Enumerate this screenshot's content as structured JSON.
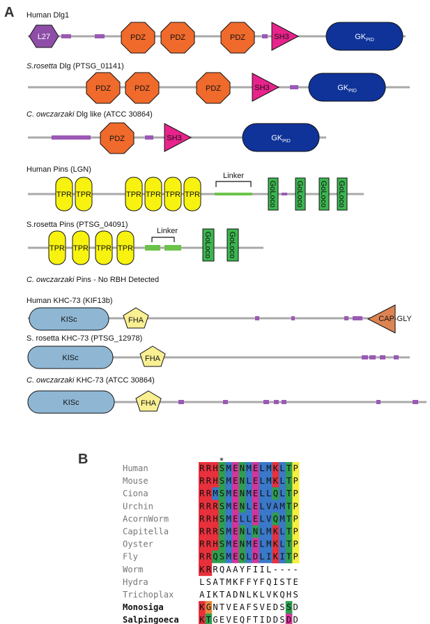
{
  "panel_a": {
    "letter": "A",
    "proteins": [
      {
        "id": "dlg-human",
        "prefix": "Human Dlg1",
        "italic": "",
        "suffix": "",
        "domains": [
          "L27",
          "PDZ",
          "PDZ",
          "PDZ",
          "SH3",
          "GK",
          "PID"
        ]
      },
      {
        "id": "dlg-sros",
        "prefix": "",
        "italic": "S.rosetta",
        "suffix": " Dlg (PTSG_01141)",
        "domains": [
          "PDZ",
          "PDZ",
          "PDZ",
          "SH3",
          "GK",
          "PID"
        ]
      },
      {
        "id": "dlg-cowc",
        "prefix": "",
        "italic": "C. owczarzaki",
        "suffix": " Dlg like (ATCC 30864)",
        "domains": [
          "PDZ",
          "SH3",
          "GK",
          "PID"
        ]
      },
      {
        "id": "pins-human",
        "prefix": "Human Pins (LGN)",
        "italic": "",
        "suffix": "",
        "domains": [
          "TPR",
          "TPR",
          "TPR",
          "TPR",
          "TPR",
          "TPR",
          "Linker",
          "GoLoco",
          "GoLoco",
          "GoLoco",
          "GoLoco"
        ]
      },
      {
        "id": "pins-sros",
        "prefix": "S.rosetta  Pins (PTSG_04091)",
        "italic": "",
        "suffix": "",
        "domains": [
          "TPR",
          "TPR",
          "TPR",
          "TPR",
          "Linker",
          "GoLoco",
          "GoLoco"
        ]
      },
      {
        "id": "pins-cowc",
        "prefix": "",
        "italic": "C. owczarzaki",
        "suffix": " Pins - No RBH Detected",
        "domains": []
      },
      {
        "id": "khc-human",
        "prefix": "Human KHC-73 (KIF13b)",
        "italic": "",
        "suffix": "",
        "domains": [
          "KISc",
          "FHA",
          "CAP-GLY"
        ]
      },
      {
        "id": "khc-sros",
        "prefix": "S. rosetta KHC-73 (PTSG_12978)",
        "italic": "",
        "suffix": "",
        "domains": [
          "KISc",
          "FHA"
        ]
      },
      {
        "id": "khc-cowc",
        "prefix": "",
        "italic": "C. owczarzaki",
        "suffix": " KHC-73 (ATCC 30864)",
        "domains": [
          "KISc",
          "FHA"
        ]
      }
    ],
    "domain_labels": {
      "L27": "L27",
      "PDZ": "PDZ",
      "SH3": "SH3",
      "GK": "GK",
      "PID": "PID",
      "TPR": "TPR",
      "Linker": "Linker",
      "GoLoco": "GoLoco",
      "KISc": "KISc",
      "FHA": "FHA",
      "CAP-GLY": "CAP-GLY"
    },
    "colors": {
      "backbone": "#a9a9a9",
      "L27": "#8e4ea8",
      "motif": "#9b59b6",
      "PDZ": "#f06a2c",
      "SH3": "#e8238c",
      "GK": "#0f3399",
      "TPR": "#f7f20f",
      "linker": "#6cc24a",
      "GoLoco": "#3cb550",
      "KISc": "#8fb7d4",
      "FHA": "#f9ef93",
      "CAP-GLY": "#dc8452"
    }
  },
  "panel_b": {
    "letter": "B",
    "star": "*",
    "species": [
      {
        "name": "Human",
        "bold": false,
        "seq": "RRHSMENMELMKLTP"
      },
      {
        "name": "Mouse",
        "bold": false,
        "seq": "RRHSMENLELMKLTP"
      },
      {
        "name": "Ciona",
        "bold": false,
        "seq": "RRMSMENMELLQLTP"
      },
      {
        "name": "Urchin",
        "bold": false,
        "seq": "RRRSMENLELVAMTP"
      },
      {
        "name": "AcornWorm",
        "bold": false,
        "seq": "RRHSMELLELVQMTP"
      },
      {
        "name": "Capitella",
        "bold": false,
        "seq": "RRRSMENLNLMKLTP"
      },
      {
        "name": "Oyster",
        "bold": false,
        "seq": "RRHSMENMELMKLTP"
      },
      {
        "name": "Fly",
        "bold": false,
        "seq": "RRQSMEQLDLIKITP"
      },
      {
        "name": "Worm",
        "bold": false,
        "seq": "KRRQAAYFIIL----"
      },
      {
        "name": "Hydra",
        "bold": false,
        "seq": "LSATMKFFYFQISTE"
      },
      {
        "name": "Trichoplax",
        "bold": false,
        "seq": "AIKTADNLKLVKQHS"
      },
      {
        "name": "Monosiga",
        "bold": true,
        "seq": "KGNTVEAFSVEDSSD"
      },
      {
        "name": "Salpingoeca",
        "bold": true,
        "seq": "KTGEVEQFTIDDSDD"
      }
    ],
    "palette": {
      "red": "#e8303c",
      "green": "#2e9e4e",
      "blue": "#3a78c8",
      "magenta": "#d4359a",
      "yellow": "#f6ef3c",
      "orange": "#e58a3e",
      "pink": "#f39ab3",
      "cyan": "#7fcbd8"
    }
  }
}
